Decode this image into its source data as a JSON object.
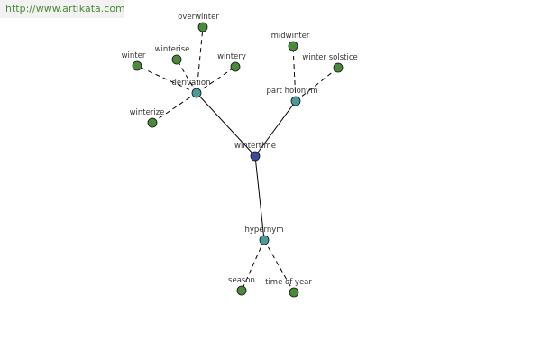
{
  "site": {
    "url": "http://www.artikata.com"
  },
  "colors": {
    "root": "#3b4a9a",
    "relation": "#4c9a9a",
    "leaf": "#4a8a3a",
    "edge": "#000000",
    "banner_bg": "#f2f2f2",
    "banner_text": "#4a8a3a"
  },
  "graph": {
    "nodes": [
      {
        "id": "wintertime",
        "label": "wintertime",
        "kind": "root"
      },
      {
        "id": "derivation",
        "label": "derivation",
        "kind": "relation"
      },
      {
        "id": "part-holonym",
        "label": "part holonym",
        "kind": "relation"
      },
      {
        "id": "hypernym",
        "label": "hypernym",
        "kind": "relation"
      },
      {
        "id": "overwinter",
        "label": "overwinter",
        "kind": "leaf"
      },
      {
        "id": "winterise",
        "label": "winterise",
        "kind": "leaf"
      },
      {
        "id": "winter",
        "label": "winter",
        "kind": "leaf"
      },
      {
        "id": "wintery",
        "label": "wintery",
        "kind": "leaf"
      },
      {
        "id": "winterize",
        "label": "winterize",
        "kind": "leaf"
      },
      {
        "id": "midwinter",
        "label": "midwinter",
        "kind": "leaf"
      },
      {
        "id": "winter-solstice",
        "label": "winter solstice",
        "kind": "leaf"
      },
      {
        "id": "season",
        "label": "season",
        "kind": "leaf"
      },
      {
        "id": "time-of-year",
        "label": "time of year",
        "kind": "leaf"
      }
    ],
    "edges": [
      {
        "from": "wintertime",
        "to": "derivation",
        "style": "solid"
      },
      {
        "from": "wintertime",
        "to": "part-holonym",
        "style": "solid"
      },
      {
        "from": "wintertime",
        "to": "hypernym",
        "style": "solid"
      },
      {
        "from": "derivation",
        "to": "overwinter",
        "style": "dashed"
      },
      {
        "from": "derivation",
        "to": "winterise",
        "style": "dashed"
      },
      {
        "from": "derivation",
        "to": "winter",
        "style": "dashed"
      },
      {
        "from": "derivation",
        "to": "wintery",
        "style": "dashed"
      },
      {
        "from": "derivation",
        "to": "winterize",
        "style": "dashed"
      },
      {
        "from": "part-holonym",
        "to": "midwinter",
        "style": "dashed"
      },
      {
        "from": "part-holonym",
        "to": "winter-solstice",
        "style": "dashed"
      },
      {
        "from": "hypernym",
        "to": "season",
        "style": "dashed"
      },
      {
        "from": "hypernym",
        "to": "time-of-year",
        "style": "dashed"
      }
    ]
  }
}
